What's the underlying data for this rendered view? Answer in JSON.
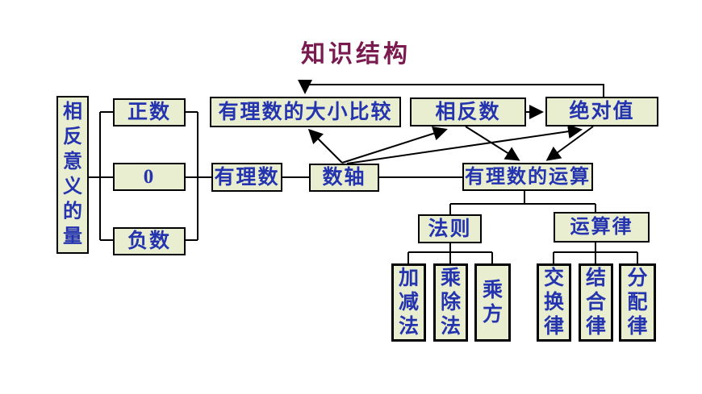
{
  "title": {
    "text": "知识结构"
  },
  "colors": {
    "title": "#7a1b4f",
    "box_fill": "#e9eed0",
    "box_border": "#000000",
    "text": "#2433ae",
    "line": "#000000",
    "background": "#ffffff"
  },
  "nodes": {
    "opposite_quantities": "相反意义的量",
    "positive": "正数",
    "zero": "0",
    "negative": "负数",
    "comparison": "有理数的大小比较",
    "opposite_number": "相反数",
    "absolute_value": "绝对值",
    "rational_number": "有理数",
    "number_line": "数轴",
    "operations": "有理数的运算",
    "rules": "法则",
    "operation_laws": "运算律",
    "add_subtract": "加减法",
    "multiply_divide": "乘除法",
    "power": "乘方",
    "commutative": "交换律",
    "associative": "结合律",
    "distributive": "分配律"
  },
  "edges": [
    {
      "from": "opposite_quantities",
      "to": "positive",
      "arrow": false
    },
    {
      "from": "opposite_quantities",
      "to": "zero",
      "arrow": false
    },
    {
      "from": "opposite_quantities",
      "to": "negative",
      "arrow": false
    },
    {
      "from": "positive",
      "to": "rational_number",
      "arrow": false
    },
    {
      "from": "zero",
      "to": "rational_number",
      "arrow": false
    },
    {
      "from": "negative",
      "to": "rational_number",
      "arrow": false
    },
    {
      "from": "rational_number",
      "to": "number_line",
      "arrow": false
    },
    {
      "from": "number_line",
      "to": "operations",
      "arrow": false
    },
    {
      "from": "number_line",
      "to": "comparison",
      "arrow": true
    },
    {
      "from": "number_line",
      "to": "opposite_number",
      "arrow": true
    },
    {
      "from": "number_line",
      "to": "absolute_value",
      "arrow": true
    },
    {
      "from": "opposite_number",
      "to": "absolute_value",
      "arrow": true
    },
    {
      "from": "absolute_value",
      "to": "comparison",
      "arrow": true
    },
    {
      "from": "opposite_number",
      "to": "operations",
      "arrow": true
    },
    {
      "from": "absolute_value",
      "to": "operations",
      "arrow": true
    },
    {
      "from": "operations",
      "to": "rules",
      "arrow": false
    },
    {
      "from": "operations",
      "to": "operation_laws",
      "arrow": false
    },
    {
      "from": "rules",
      "to": "add_subtract",
      "arrow": false
    },
    {
      "from": "rules",
      "to": "multiply_divide",
      "arrow": false
    },
    {
      "from": "rules",
      "to": "power",
      "arrow": false
    },
    {
      "from": "operation_laws",
      "to": "commutative",
      "arrow": false
    },
    {
      "from": "operation_laws",
      "to": "associative",
      "arrow": false
    },
    {
      "from": "operation_laws",
      "to": "distributive",
      "arrow": false
    }
  ]
}
